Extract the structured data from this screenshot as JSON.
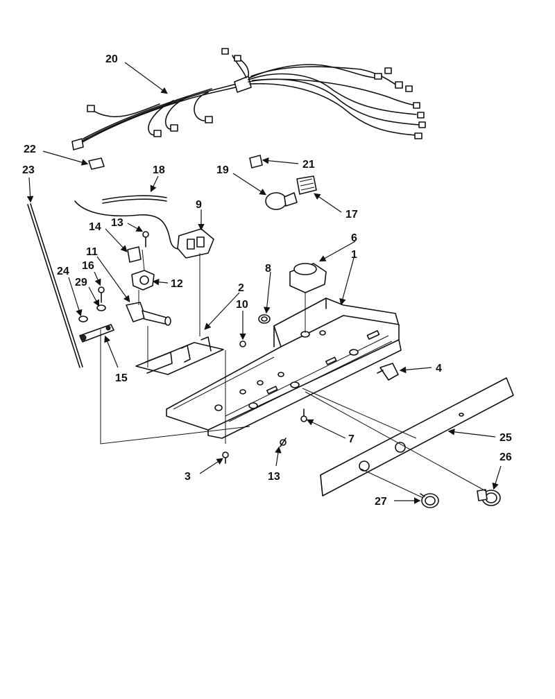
{
  "callouts": [
    {
      "id": "p20",
      "text": "20"
    },
    {
      "id": "p22",
      "text": "22"
    },
    {
      "id": "p23",
      "text": "23"
    },
    {
      "id": "p18",
      "text": "18"
    },
    {
      "id": "p19",
      "text": "19"
    },
    {
      "id": "p21",
      "text": "21"
    },
    {
      "id": "p17",
      "text": "17"
    },
    {
      "id": "p9",
      "text": "9"
    },
    {
      "id": "p13a",
      "text": "13"
    },
    {
      "id": "p14",
      "text": "14"
    },
    {
      "id": "p11",
      "text": "11"
    },
    {
      "id": "p12",
      "text": "12"
    },
    {
      "id": "p16",
      "text": "16"
    },
    {
      "id": "p24",
      "text": "24"
    },
    {
      "id": "p29",
      "text": "29"
    },
    {
      "id": "p15",
      "text": "15"
    },
    {
      "id": "p6",
      "text": "6"
    },
    {
      "id": "p8",
      "text": "8"
    },
    {
      "id": "p1",
      "text": "1"
    },
    {
      "id": "p2",
      "text": "2"
    },
    {
      "id": "p10",
      "text": "10"
    },
    {
      "id": "p4",
      "text": "4"
    },
    {
      "id": "p7",
      "text": "7"
    },
    {
      "id": "p25",
      "text": "25"
    },
    {
      "id": "p26",
      "text": "26"
    },
    {
      "id": "p3",
      "text": "3"
    },
    {
      "id": "p13b",
      "text": "13"
    },
    {
      "id": "p27",
      "text": "27"
    }
  ]
}
